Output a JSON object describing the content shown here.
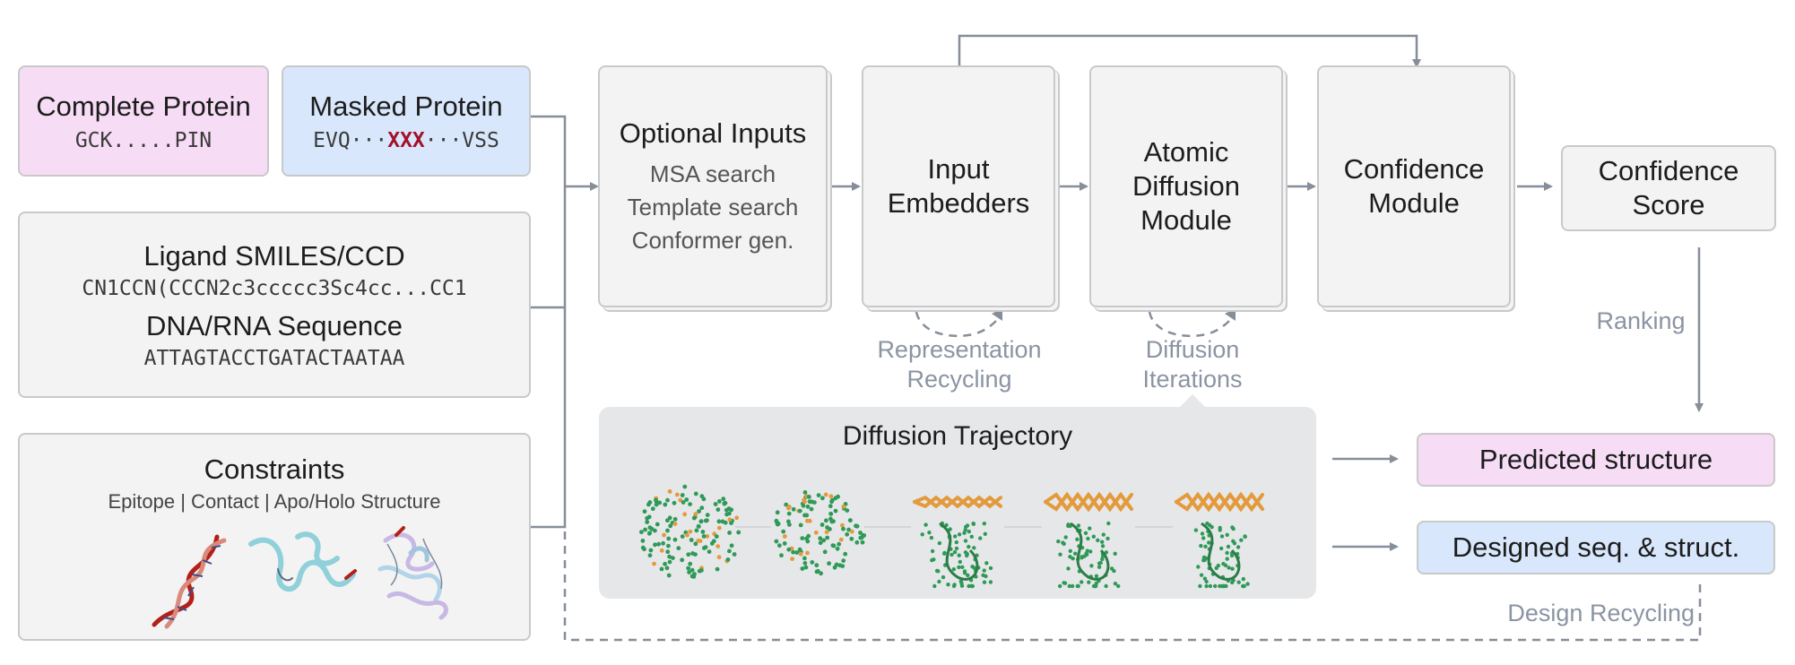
{
  "inputs": {
    "complete_protein": {
      "title": "Complete Protein",
      "sequence": "GCK.....PIN",
      "color": "#f7dcf5"
    },
    "masked_protein": {
      "title": "Masked Protein",
      "seq_prefix": "EVQ···",
      "seq_masked": "XXX",
      "seq_suffix": "···VSS",
      "color": "#d8e7fb",
      "mask_color": "#a4112a"
    },
    "ligand": {
      "title": "Ligand SMILES/CCD",
      "value": "CN1CCN(CCCN2c3ccccc3Sc4cc...CC1"
    },
    "nucleic": {
      "title": "DNA/RNA Sequence",
      "value": "ATTAGTACCTGATACTAATAA"
    },
    "constraints": {
      "title": "Constraints",
      "subtitle": "Epitope | Contact | Apo/Holo Structure"
    }
  },
  "pipeline": {
    "optional_inputs": {
      "title": "Optional Inputs",
      "items": [
        "MSA search",
        "Template search",
        "Conformer gen."
      ]
    },
    "input_embedders": {
      "line1": "Input",
      "line2": "Embedders"
    },
    "atomic_diffusion": {
      "line1": "Atomic",
      "line2": "Diffusion",
      "line3": "Module"
    },
    "confidence_module": {
      "line1": "Confidence",
      "line2": "Module"
    },
    "confidence_score": {
      "line1": "Confidence",
      "line2": "Score"
    }
  },
  "loops": {
    "representation": {
      "line1": "Representation",
      "line2": "Recycling"
    },
    "diffusion": {
      "line1": "Diffusion",
      "line2": "Iterations"
    },
    "ranking": "Ranking",
    "design_recycling": "Design Recycling"
  },
  "trajectory": {
    "title": "Diffusion Trajectory",
    "background": "#e6e7e9"
  },
  "outputs": {
    "predicted": {
      "label": "Predicted structure",
      "color": "#f7dcf5"
    },
    "designed": {
      "label": "Designed seq. & struct.",
      "color": "#d8e7fb"
    }
  },
  "colors": {
    "arrow": "#868e99",
    "border": "#c9c9c9",
    "box": "#f3f3f3",
    "protein": "#2f9a58",
    "nucleic": "#e39a3c"
  }
}
